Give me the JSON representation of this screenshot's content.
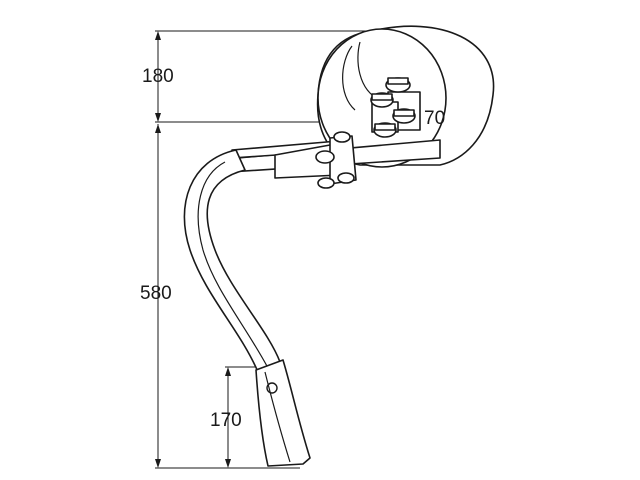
{
  "diagram": {
    "dimensions": {
      "roller_height": "180",
      "total_height": "580",
      "mount_offset": "70",
      "share_height": "170"
    }
  }
}
